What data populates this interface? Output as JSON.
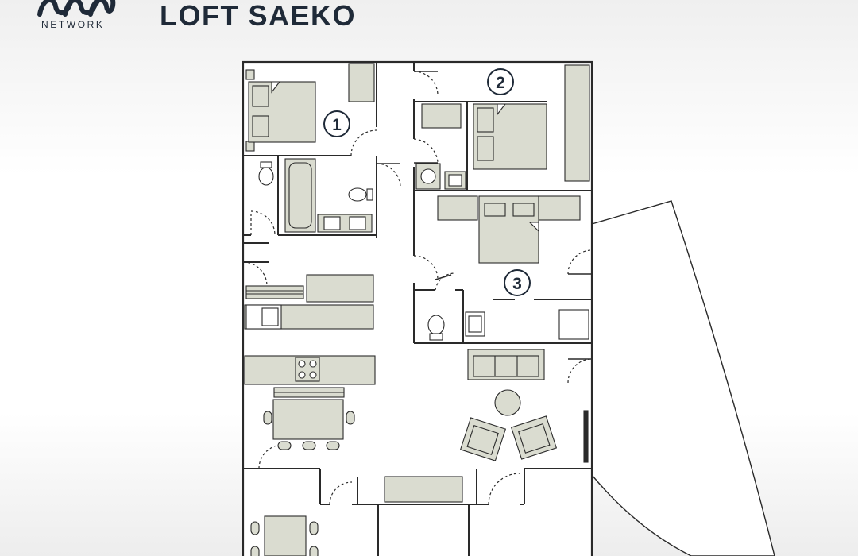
{
  "header": {
    "logo_label": "NETWORK",
    "title": "LOFT SAEKO"
  },
  "rooms": [
    {
      "number": "1"
    },
    {
      "number": "2"
    },
    {
      "number": "3"
    }
  ],
  "colors": {
    "wall": "#2a2a2a",
    "furniture": "#dadcd0",
    "floor": "#ffffff",
    "brand": "#1f2a38"
  }
}
